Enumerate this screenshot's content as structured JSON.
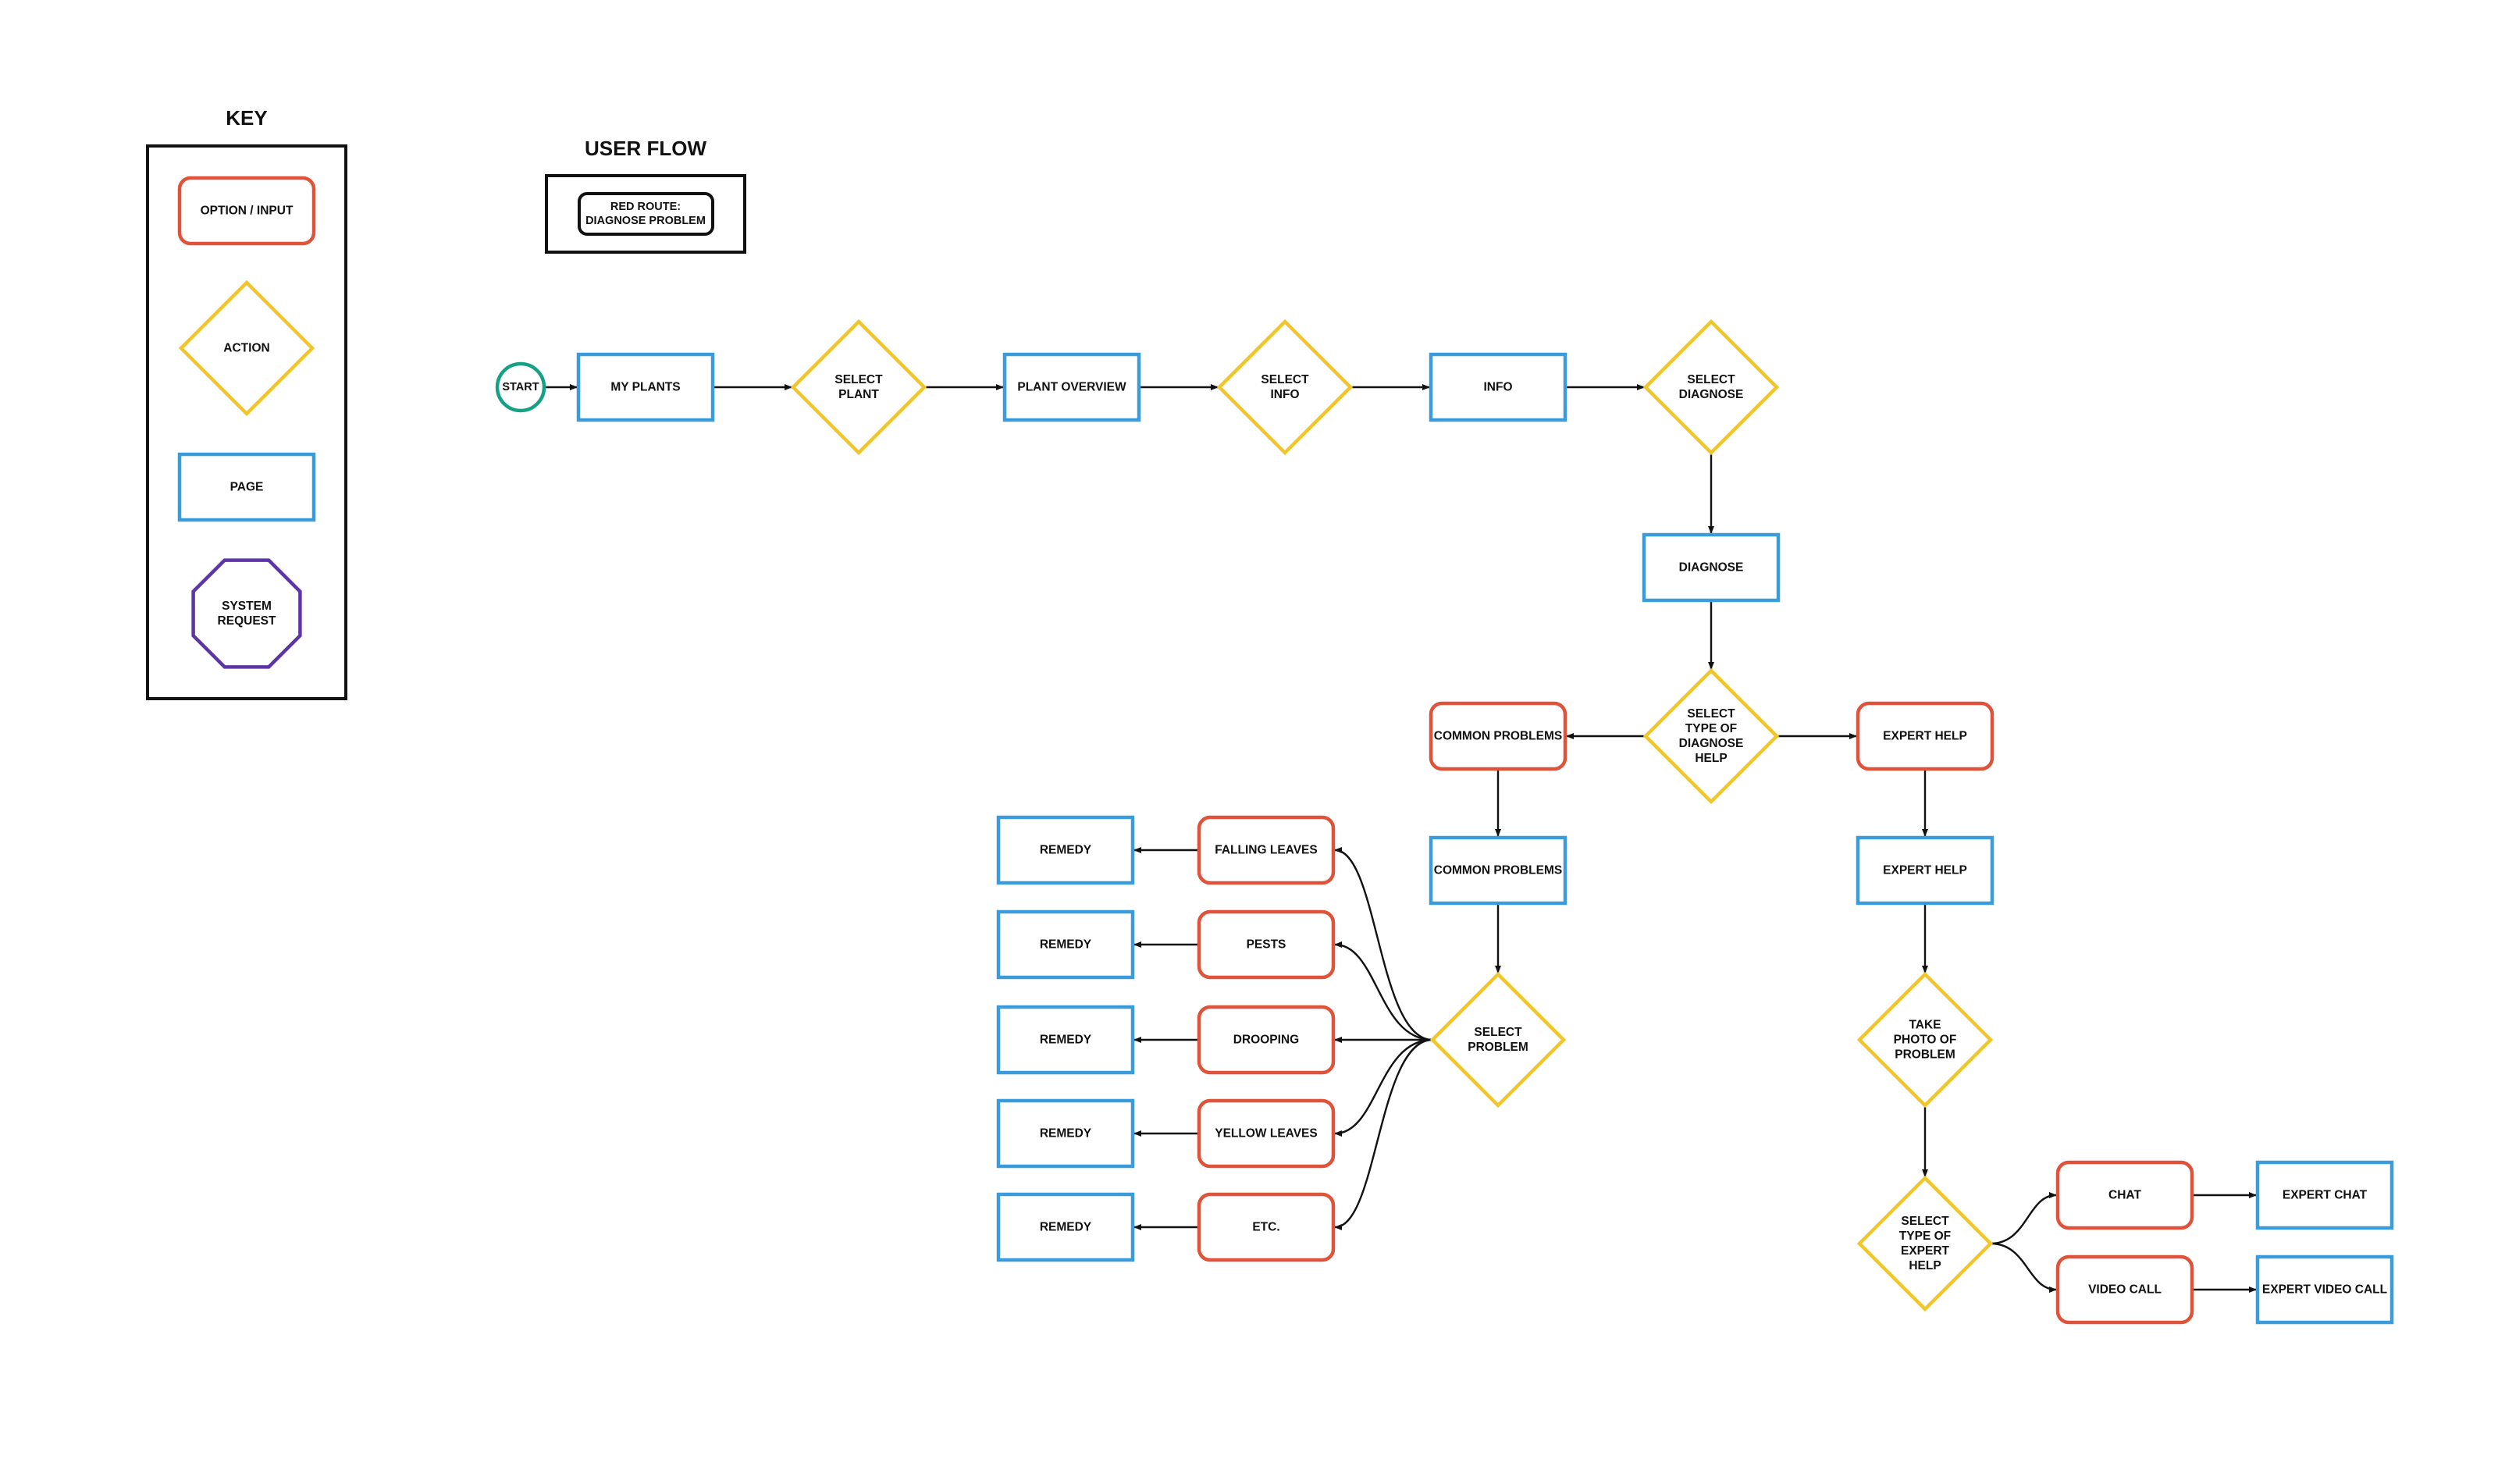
{
  "key": {
    "title": "KEY",
    "items": [
      {
        "shape": "option",
        "label": [
          "OPTION / INPUT"
        ]
      },
      {
        "shape": "action",
        "label": [
          "ACTION"
        ]
      },
      {
        "shape": "page",
        "label": [
          "PAGE"
        ]
      },
      {
        "shape": "system",
        "label": [
          "SYSTEM",
          "REQUEST"
        ]
      }
    ]
  },
  "user_flow": {
    "title": "USER FLOW",
    "route_label": [
      "RED ROUTE:",
      "DIAGNOSE PROBLEM"
    ]
  },
  "colors": {
    "option": "#e0533b",
    "action": "#f0c62a",
    "page": "#3b9cdb",
    "system": "#5e35a6",
    "start": "#16a085",
    "edge": "#111111"
  },
  "nodes": [
    {
      "id": "start",
      "shape": "start",
      "label": [
        "START"
      ]
    },
    {
      "id": "my_plants",
      "shape": "page",
      "label": [
        "MY PLANTS"
      ]
    },
    {
      "id": "select_plant",
      "shape": "action",
      "label": [
        "SELECT",
        "PLANT"
      ]
    },
    {
      "id": "plant_overview",
      "shape": "page",
      "label": [
        "PLANT OVERVIEW"
      ]
    },
    {
      "id": "select_info",
      "shape": "action",
      "label": [
        "SELECT",
        "INFO"
      ]
    },
    {
      "id": "info",
      "shape": "page",
      "label": [
        "INFO"
      ]
    },
    {
      "id": "select_diagnose",
      "shape": "action",
      "label": [
        "SELECT",
        "DIAGNOSE"
      ]
    },
    {
      "id": "diagnose",
      "shape": "page",
      "label": [
        "DIAGNOSE"
      ]
    },
    {
      "id": "select_type_diag",
      "shape": "action",
      "label": [
        "SELECT",
        "TYPE OF",
        "DIAGNOSE",
        "HELP"
      ]
    },
    {
      "id": "opt_common",
      "shape": "option",
      "label": [
        "COMMON PROBLEMS"
      ]
    },
    {
      "id": "opt_expert",
      "shape": "option",
      "label": [
        "EXPERT HELP"
      ]
    },
    {
      "id": "page_common",
      "shape": "page",
      "label": [
        "COMMON PROBLEMS"
      ]
    },
    {
      "id": "page_expert",
      "shape": "page",
      "label": [
        "EXPERT HELP"
      ]
    },
    {
      "id": "select_problem",
      "shape": "action",
      "label": [
        "SELECT",
        "PROBLEM"
      ]
    },
    {
      "id": "take_photo",
      "shape": "action",
      "label": [
        "TAKE",
        "PHOTO OF",
        "PROBLEM"
      ]
    },
    {
      "id": "opt_falling",
      "shape": "option",
      "label": [
        "FALLING LEAVES"
      ]
    },
    {
      "id": "opt_pests",
      "shape": "option",
      "label": [
        "PESTS"
      ]
    },
    {
      "id": "opt_drooping",
      "shape": "option",
      "label": [
        "DROOPING"
      ]
    },
    {
      "id": "opt_yellow",
      "shape": "option",
      "label": [
        "YELLOW LEAVES"
      ]
    },
    {
      "id": "opt_etc",
      "shape": "option",
      "label": [
        "ETC."
      ]
    },
    {
      "id": "remedy1",
      "shape": "page",
      "label": [
        "REMEDY"
      ]
    },
    {
      "id": "remedy2",
      "shape": "page",
      "label": [
        "REMEDY"
      ]
    },
    {
      "id": "remedy3",
      "shape": "page",
      "label": [
        "REMEDY"
      ]
    },
    {
      "id": "remedy4",
      "shape": "page",
      "label": [
        "REMEDY"
      ]
    },
    {
      "id": "remedy5",
      "shape": "page",
      "label": [
        "REMEDY"
      ]
    },
    {
      "id": "select_type_expert",
      "shape": "action",
      "label": [
        "SELECT",
        "TYPE OF",
        "EXPERT",
        "HELP"
      ]
    },
    {
      "id": "opt_chat",
      "shape": "option",
      "label": [
        "CHAT"
      ]
    },
    {
      "id": "opt_video",
      "shape": "option",
      "label": [
        "VIDEO CALL"
      ]
    },
    {
      "id": "page_expert_chat",
      "shape": "page",
      "label": [
        "EXPERT CHAT"
      ]
    },
    {
      "id": "page_expert_video",
      "shape": "page",
      "label": [
        "EXPERT VIDEO CALL"
      ]
    }
  ],
  "edges": [
    {
      "from": "start",
      "to": "my_plants"
    },
    {
      "from": "my_plants",
      "to": "select_plant"
    },
    {
      "from": "select_plant",
      "to": "plant_overview"
    },
    {
      "from": "plant_overview",
      "to": "select_info"
    },
    {
      "from": "select_info",
      "to": "info"
    },
    {
      "from": "info",
      "to": "select_diagnose"
    },
    {
      "from": "select_diagnose",
      "to": "diagnose"
    },
    {
      "from": "diagnose",
      "to": "select_type_diag"
    },
    {
      "from": "select_type_diag",
      "to": "opt_common"
    },
    {
      "from": "select_type_diag",
      "to": "opt_expert"
    },
    {
      "from": "opt_common",
      "to": "page_common"
    },
    {
      "from": "opt_expert",
      "to": "page_expert"
    },
    {
      "from": "page_common",
      "to": "select_problem"
    },
    {
      "from": "page_expert",
      "to": "take_photo"
    },
    {
      "from": "take_photo",
      "to": "select_type_expert"
    },
    {
      "from": "select_problem",
      "to": "opt_falling"
    },
    {
      "from": "select_problem",
      "to": "opt_pests"
    },
    {
      "from": "select_problem",
      "to": "opt_drooping"
    },
    {
      "from": "select_problem",
      "to": "opt_yellow"
    },
    {
      "from": "select_problem",
      "to": "opt_etc"
    },
    {
      "from": "opt_falling",
      "to": "remedy1"
    },
    {
      "from": "opt_pests",
      "to": "remedy2"
    },
    {
      "from": "opt_drooping",
      "to": "remedy3"
    },
    {
      "from": "opt_yellow",
      "to": "remedy4"
    },
    {
      "from": "opt_etc",
      "to": "remedy5"
    },
    {
      "from": "select_type_expert",
      "to": "opt_chat"
    },
    {
      "from": "select_type_expert",
      "to": "opt_video"
    },
    {
      "from": "opt_chat",
      "to": "page_expert_chat"
    },
    {
      "from": "opt_video",
      "to": "page_expert_video"
    }
  ]
}
